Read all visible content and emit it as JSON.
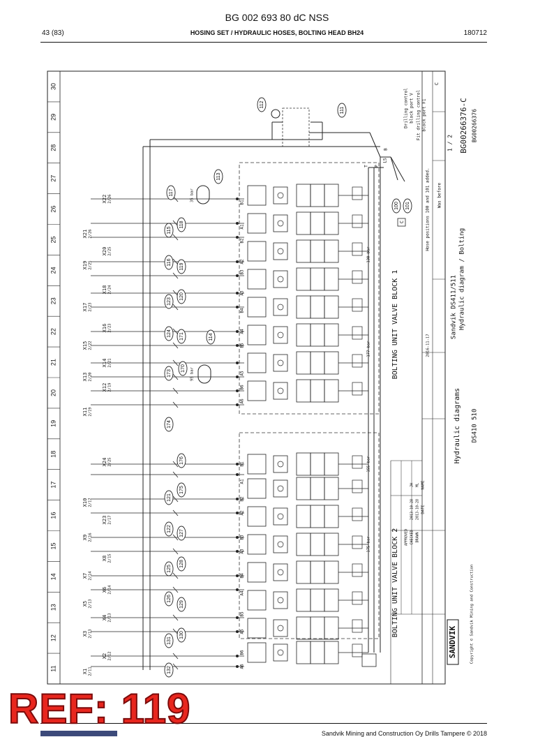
{
  "header": {
    "doc_title": "BG 002 693 80 dC NSS",
    "page": "43 (83)",
    "section": "HOSING SET / HYDRAULIC HOSES, BOLTING HEAD BH24",
    "date": "180712"
  },
  "footer": {
    "copyright": "Sandvik Mining and Construction Oy Drills Tampere © 2018"
  },
  "ref_stamp": "REF: 119",
  "grid_columns": [
    "11",
    "12",
    "13",
    "14",
    "15",
    "16",
    "17",
    "18",
    "19",
    "20",
    "21",
    "22",
    "23",
    "24",
    "25",
    "26",
    "27",
    "28",
    "29",
    "30"
  ],
  "block_labels": {
    "block1": "BOLTING UNIT VALVE BLOCK 1",
    "block2": "BOLTING UNIT VALVE BLOCK 2"
  },
  "callouts": [
    "132",
    "131",
    "130",
    "126",
    "129",
    "125",
    "128",
    "122",
    "127",
    "121",
    "175",
    "176",
    "174",
    "173",
    "170",
    "124",
    "171",
    "114",
    "123",
    "120",
    "116",
    "119",
    "115",
    "118",
    "117",
    "113",
    "112",
    "111",
    "100",
    "101"
  ],
  "connectors_top": [
    {
      "code": "X1",
      "sub": "2/11"
    },
    {
      "code": "X2",
      "sub": "2/12"
    },
    {
      "code": "X3",
      "sub": "2/13"
    },
    {
      "code": "X4",
      "sub": "2/13"
    },
    {
      "code": "X5",
      "sub": "2/13"
    },
    {
      "code": "X6",
      "sub": "2/14"
    },
    {
      "code": "X7",
      "sub": "2/14"
    },
    {
      "code": "X8",
      "sub": "2/15"
    },
    {
      "code": "X9",
      "sub": "2/16"
    },
    {
      "code": "X23",
      "sub": "2/17"
    },
    {
      "code": "X10",
      "sub": "2/17"
    },
    {
      "code": "X24",
      "sub": "2/25"
    },
    {
      "code": "X11",
      "sub": "2/19"
    },
    {
      "code": "X12",
      "sub": "2/19"
    },
    {
      "code": "X13",
      "sub": "2/20"
    },
    {
      "code": "X14",
      "sub": "2/21"
    },
    {
      "code": "X15",
      "sub": "2/22"
    },
    {
      "code": "X16",
      "sub": "2/23"
    },
    {
      "code": "X17",
      "sub": "2/23"
    },
    {
      "code": "X18",
      "sub": "2/24"
    },
    {
      "code": "X19",
      "sub": "2/25"
    },
    {
      "code": "X20",
      "sub": "2/25"
    },
    {
      "code": "X21",
      "sub": "2/26"
    },
    {
      "code": "X22",
      "sub": "2/26"
    }
  ],
  "ports": [
    "A6",
    "B6",
    "A5",
    "B5",
    "A4",
    "B4",
    "A3",
    "B3",
    "A2",
    "B2",
    "A1",
    "B1"
  ],
  "annotations": {
    "pressure_1": "175 bar",
    "pressure_2": "177 bar",
    "pressure_3": "155 bar",
    "pressure_4": "130 bar",
    "accumulator_1": "95 bar",
    "accumulator_2": "35 bar",
    "drilling_note": "Drilling control\nblock port V",
    "fit_note": "Fit drilling control\nblock port F1",
    "c_box": "C",
    "port_t": "T",
    "port_p": "P",
    "port_ls": "LS",
    "b": "B"
  },
  "title_block": {
    "company": "SANDVIK",
    "copyright": "Copyright © Sandvik Mining and Construction",
    "title_1": "Hydraulic diagrams",
    "title_2": "Sandvik DS411/511",
    "title_3": "Hydraulic diagram / Bolting",
    "model": "DS410  510",
    "doc_no": "BG00266376-C",
    "doc_no_2": "BG00266376",
    "sheet": "1 / 2",
    "rev": "C",
    "rev_note": "Hose positions 100 and 101 added.",
    "was_before": "Was before",
    "rows": [
      "DRAWN",
      "CHECKED",
      "APPROVED"
    ],
    "dates": [
      "2013-10-28",
      "2013-10-28"
    ],
    "names": [
      "ML",
      "JH"
    ],
    "date_col": "DATE",
    "name_col": "NAME",
    "change_date": "2016-11-17"
  }
}
